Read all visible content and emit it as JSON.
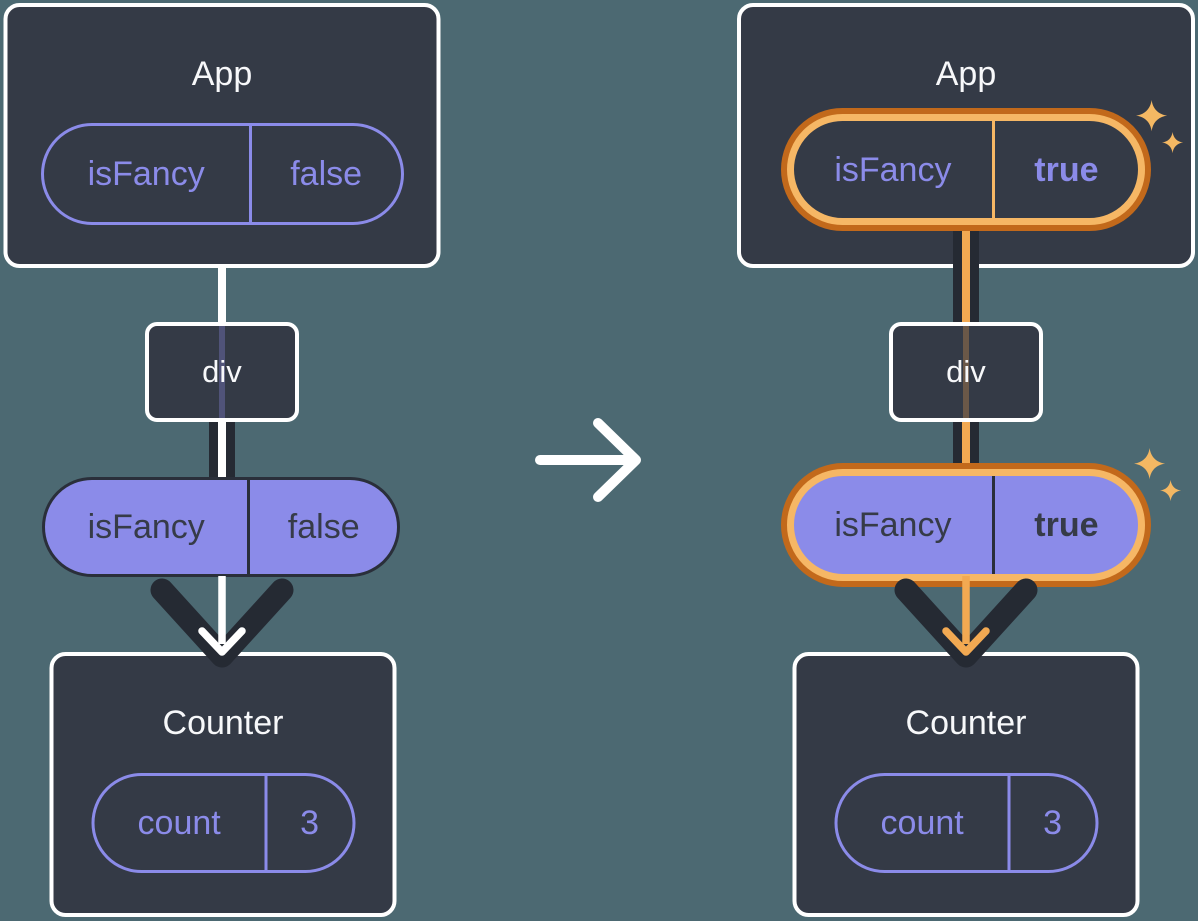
{
  "colors": {
    "background": "#4C6972",
    "card_background": "#343A46",
    "card_border": "#FFFFFF",
    "purple": "#8B8BE9",
    "dark_line": "#252A33",
    "highlight_ring_outer": "#C2691B",
    "highlight_ring_inner": "#F6B765",
    "highlight_line": "#F2A952",
    "sparkle": "#F4B863"
  },
  "icons": {
    "transition_arrow": "right-arrow-icon",
    "flow_arrow": "down-arrow-icon",
    "highlight_sparkles": "sparkles-icon"
  },
  "before": {
    "app": {
      "title": "App",
      "prop": {
        "name": "isFancy",
        "value": "false"
      }
    },
    "container": {
      "title": "div"
    },
    "passed_prop": {
      "name": "isFancy",
      "value": "false"
    },
    "counter": {
      "title": "Counter",
      "state": {
        "name": "count",
        "value": "3"
      }
    }
  },
  "after": {
    "app": {
      "title": "App",
      "prop": {
        "name": "isFancy",
        "value": "true"
      }
    },
    "container": {
      "title": "div"
    },
    "passed_prop": {
      "name": "isFancy",
      "value": "true"
    },
    "counter": {
      "title": "Counter",
      "state": {
        "name": "count",
        "value": "3"
      }
    }
  }
}
